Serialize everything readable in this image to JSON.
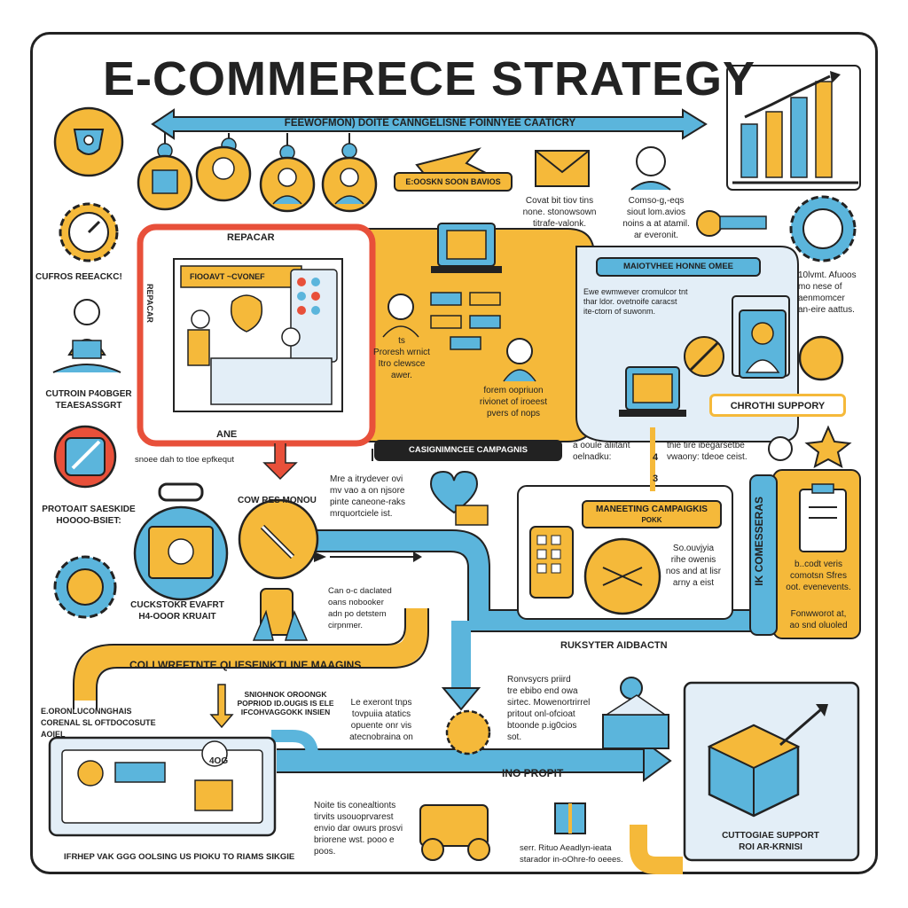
{
  "title": "E-COMMERECE STRATEGY",
  "banner_top": "FEEWOFMON) DOITE CANNGELISNE FOINNYEE CAATICRY",
  "labels": {
    "customer_research": "CUFROS REEACKC!",
    "panel_title": "REPACAR",
    "panel_sign": "FIOOAVT ~CVONEF",
    "panel_caption": "ANE",
    "e_search": "E:OOSKN SOON BAVIOS",
    "covat": "Covat bit tiov tins\nnone. stonowsown\ntitrafe-valonk.",
    "comso": "Comso-g,-eqs\nsiout lom.avios\nnoins a at atamil.\nar everonit.",
    "prorest": "ts\nProresh wrnict\nItro clewsce\nawer.",
    "forem": "forem oopriuon\nrivionet of iroeest\npvers of nops",
    "maiotvhee": "MAIOTVHEE HONNE OMEE",
    "ewe": "Ewe ewmwever cromulcor tnt\nthar ldor. ovetnoife caracst\nite-ctorn of suwonm.",
    "tolvmt": "10lvmt. Afuoos\nmo nese of\naenmomcer\nan-eire aattus.",
    "chroth_support": "CHROTHI SUPPORY",
    "cutroin": "CUTROIN P4OBGER\nTEAESASSGRT",
    "casignimncee": "CASIGNIMNCEE CAMPAGNIS",
    "sncee": "snoee dah to tloe epfkequt",
    "a_coolie": "a ooule aliitant\noelnadku:",
    "thie_tire": "thie tire ibegarsetbe\nvwaony: tdeoe ceist.",
    "protoait": "PROTOAIT SAESKIDE\nHOOOO-BSIET:",
    "cowres": "COW RES MONOU",
    "mre": "Mre a itrydever ovi\nmv vao a on njsore\npinte caneone-raks\nmrquortciele ist.",
    "maneting": "MANEETING CAMPAIGKIS",
    "maneting_sub": "POKK",
    "so_ouvjyia": "So.ouvjyia\nrihe owenis\nnos and at lisr\narny a eist",
    "vertical": "IK COMESSERAS",
    "b_codt": "b..codt veris\ncomotsn Sfres\noot. evenevents.",
    "forwworot": "Fonwworot at,\nao snd oluoled",
    "can_oc": "Can o-c daclated\noans nobooker\nadn po detstem\ncirpnmer.",
    "cuckstokr": "CUCKSTOKR EVAFRT\nH4-OOOR KRUAIT",
    "ruksyter": "RUKSYTER AIDBACTN",
    "collwreftnte": "COLLWREFTNTE QLIESEINKTLINE MAAGINS",
    "sniohnok": "SNIOHNOK OROONGK\nPOPRIOD ID.OUGIS IS ELE\nIFCOHVAGGOKK INSIEN",
    "le_exeront": "Le exeront tnps\ntovpuiia atatics\nopuente onr vis\natecnobraina on",
    "ronvsycrs": "Ronvsycrs priird\ntre ebibo end owa\nsirtec. Mowenortrirrel\npritout onl-ofcioat\nbtoonde p.ig0cios\nsot.",
    "eronun": "E.ORONLUCONNGHAIS\nCORENAL SL OFTDOCOSUTE\nAOIEL",
    "ino_profit": "INO PROPIT",
    "noite": "Noite tis conealtionts\ntirvits usouoprvarest\nenvio dar owurs prosvi\nbriorene wst. pooo e\npoos.",
    "herps": "serr. Rituo Aeadlyn-ieata\nstarador in-oOhre-fo oeees.",
    "cuttogiae": "CUTTOGIAE SUPPORT\nROI AR-KRNISI",
    "footer": "IFRHEP VAK GGG OOLSING US PIOKU TO RIAMS SIKGIE",
    "g_badge": "4OG",
    "step1": "4",
    "step2": "3"
  },
  "colors": {
    "blue": "#5bb5dc",
    "yellow": "#f5b93a",
    "red": "#e8503a",
    "dark": "#222222",
    "light_blue": "#e3eef7"
  },
  "icons": {
    "bar_chart": "bar-chart-growth-icon",
    "trophy": "trophy-emblem-icon",
    "envelope": "envelope-icon",
    "gear": "gear-icon",
    "star": "star-icon",
    "dollar": "dollar-coin-icon",
    "cube": "cube-arrows-icon",
    "truck": "delivery-truck-icon"
  }
}
